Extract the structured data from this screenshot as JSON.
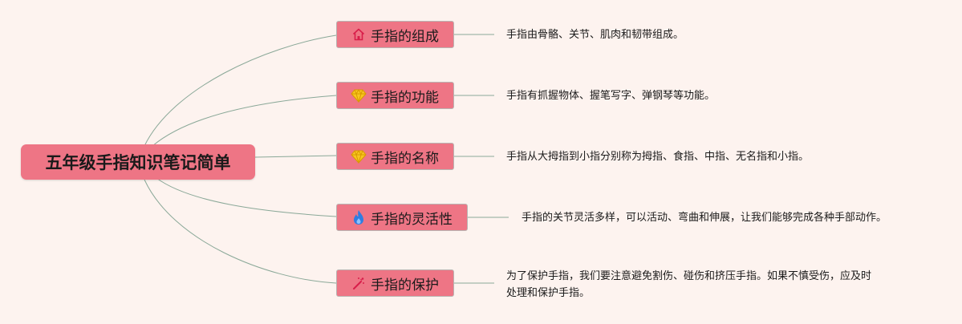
{
  "root": {
    "title": "五年级手指知识笔记简单"
  },
  "topics": [
    {
      "label": "手指的组成",
      "icon": "home-icon",
      "note": "手指由骨骼、关节、肌肉和韧带组成。"
    },
    {
      "label": "手指的功能",
      "icon": "gem-icon",
      "note": "手指有抓握物体、握笔写字、弹钢琴等功能。"
    },
    {
      "label": "手指的名称",
      "icon": "gem-icon",
      "note": "手指从大拇指到小指分别称为拇指、食指、中指、无名指和小指。"
    },
    {
      "label": "手指的灵活性",
      "icon": "flame-icon",
      "note": "手指的关节灵活多样，可以活动、弯曲和伸展，让我们能够完成各种手部动作。"
    },
    {
      "label": "手指的保护",
      "icon": "magic-wand-icon",
      "note_lines": [
        "为了保护手指，我们要注意避免割伤、碰伤和挤压手指。如果不慎受伤，应及时",
        "处理和保护手指。"
      ]
    }
  ],
  "colors": {
    "node_fill": "#ee7585",
    "background": "#fdf3ef",
    "connector": "#8aa898"
  }
}
